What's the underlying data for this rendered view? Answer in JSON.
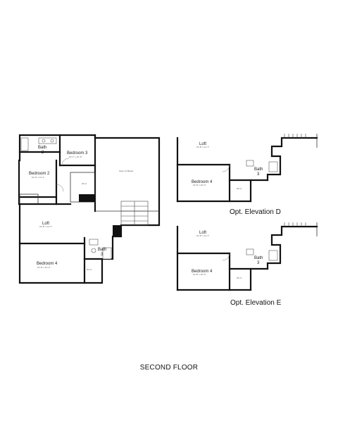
{
  "plan": {
    "floor_title": "SECOND FLOOR",
    "main": {
      "bath2": {
        "name": "Bath",
        "num": "2"
      },
      "bedroom3": {
        "name": "Bedroom 3",
        "dim": "10'-7\" x 10'-5\""
      },
      "bedroom2": {
        "name": "Bedroom 2",
        "dim": "10'-9\" x 11'-1\""
      },
      "open_to_below": "Open To Below",
      "wic": "W.I.C.",
      "loft": {
        "name": "Loft",
        "dim": "21'-8\" x 11'-7\""
      },
      "bath3": {
        "name": "Bath",
        "num": "3"
      },
      "bedroom4": {
        "name": "Bedroom 4",
        "dim": "14'-8\" x 10'-0\""
      },
      "wic4": "W.I.C."
    },
    "elevation_d": {
      "caption": "Opt. Elevation D",
      "loft": {
        "name": "Loft",
        "dim": "21'-8\" x 11'-7\""
      },
      "bath3": {
        "name": "Bath",
        "num": "3"
      },
      "bedroom4": {
        "name": "Bedroom 4",
        "dim": "14'-8\" x 10'-0\""
      },
      "wic": "W.I.C."
    },
    "elevation_e": {
      "caption": "Opt. Elevation E",
      "loft": {
        "name": "Loft",
        "dim": "21'-8\" x 11'-7\""
      },
      "bath3": {
        "name": "Bath",
        "num": "3"
      },
      "bedroom4": {
        "name": "Bedroom 4",
        "dim": "14'-8\" x 10'-0\""
      },
      "wic": "W.I.C."
    }
  }
}
